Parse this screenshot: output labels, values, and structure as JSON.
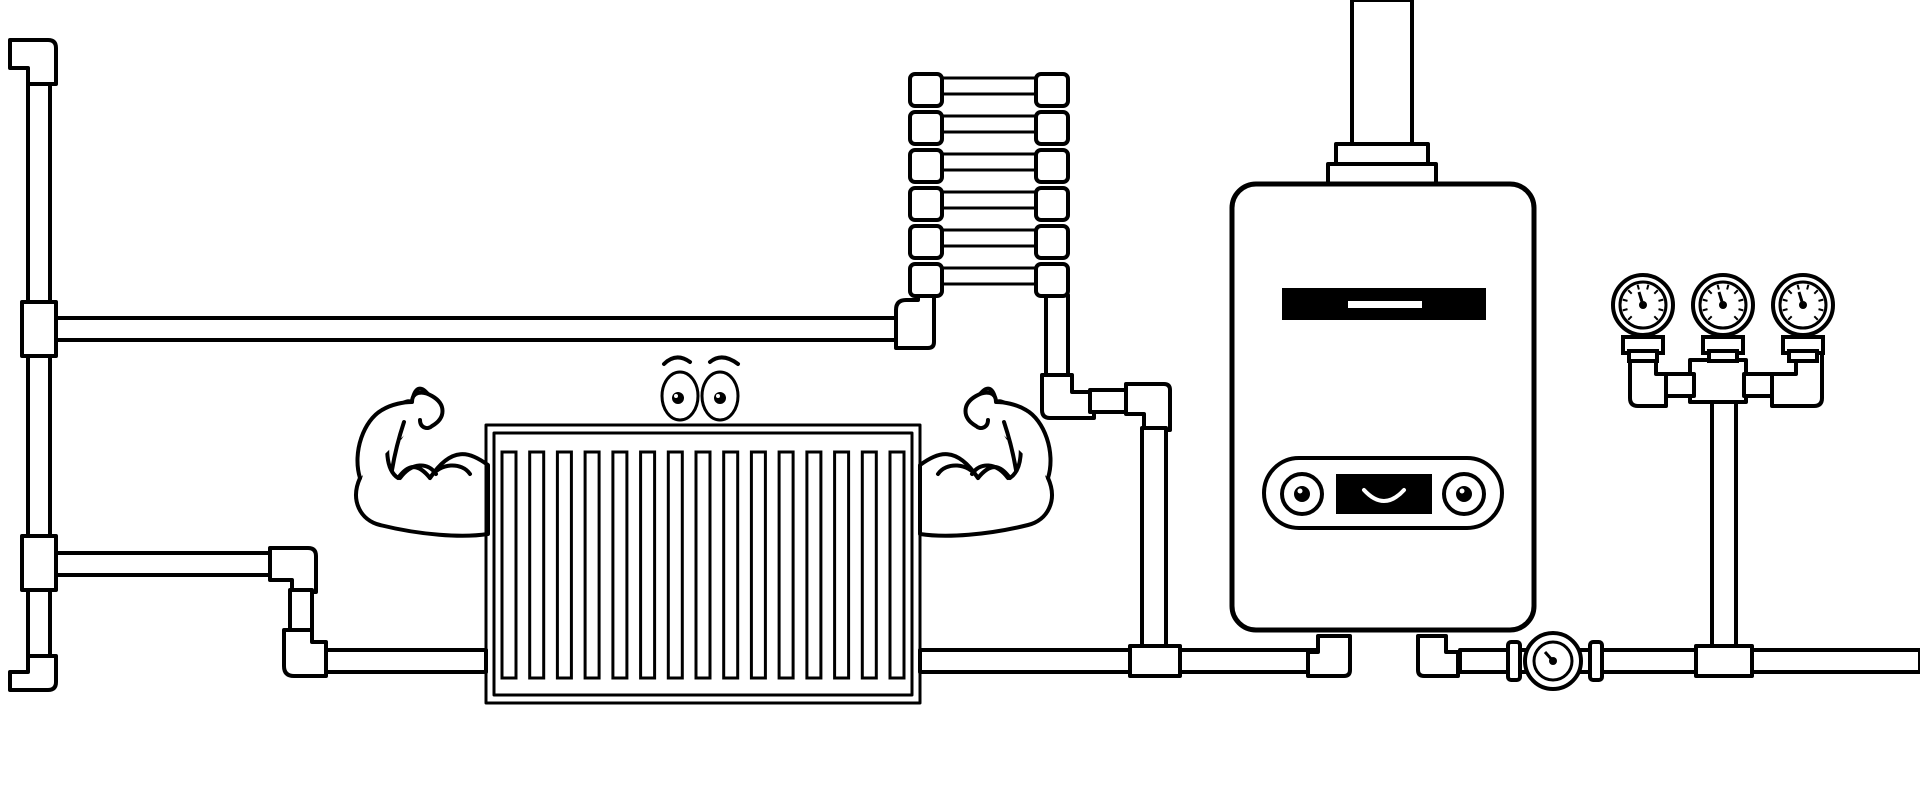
{
  "scene": {
    "background_color": "#ffffff",
    "line_color": "#000000",
    "components": [
      {
        "name": "radiator",
        "character": true,
        "fins": 15,
        "expression": "flexing arms"
      },
      {
        "name": "towel-rail",
        "rungs": 6
      },
      {
        "name": "boiler",
        "character": true,
        "expression": "smiling"
      },
      {
        "name": "pressure-gauge-manifold",
        "gauges": 3
      },
      {
        "name": "inline-gauge-valve"
      }
    ]
  }
}
